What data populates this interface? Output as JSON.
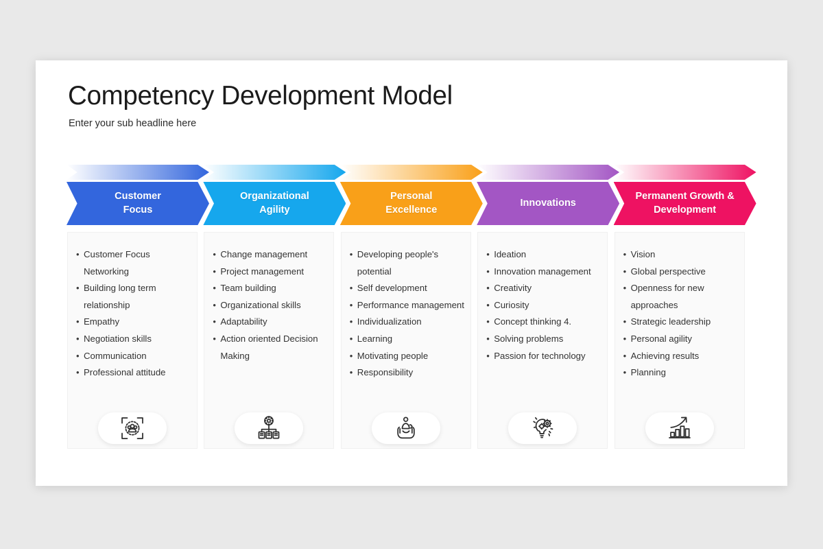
{
  "slide": {
    "title": "Competency Development Model",
    "subtitle": "Enter your sub headline here",
    "background_color": "#e9e9e9",
    "slide_color": "#ffffff"
  },
  "stages": [
    {
      "label_line1": "Customer",
      "label_line2": "Focus",
      "color": "#3366dd",
      "gradient_from": "#ffffff",
      "gradient_to": "#3366dd",
      "icon": "customer-focus-target-icon",
      "bullets": [
        "Customer  Focus Networking",
        "Building long term relationship",
        "Empathy",
        "Negotiation skills",
        "Communication",
        "Professional  attitude"
      ]
    },
    {
      "label_line1": "Organizational",
      "label_line2": "Agility",
      "color": "#16a7ed",
      "gradient_from": "#ffffff",
      "gradient_to": "#16a7ed",
      "icon": "org-chart-gear-icon",
      "bullets": [
        "Change management",
        "Project management",
        "Team building",
        "Organizational skills",
        "Adaptability",
        "Action oriented Decision Making"
      ]
    },
    {
      "label_line1": "Personal",
      "label_line2": "Excellence",
      "color": "#f9a019",
      "gradient_from": "#ffffff",
      "gradient_to": "#f9a019",
      "icon": "hands-holding-person-icon",
      "bullets": [
        "Developing people's potential",
        "Self development",
        "Performance management",
        "Individualization",
        "Learning",
        "Motivating people",
        "Responsibility"
      ]
    },
    {
      "label_line1": "Innovations",
      "label_line2": "",
      "color": "#a356c4",
      "gradient_from": "#ffffff",
      "gradient_to": "#a356c4",
      "icon": "lightbulb-gears-icon",
      "bullets": [
        "Ideation",
        "Innovation management",
        "Creativity",
        "Curiosity",
        "Concept  thinking 4.",
        "Solving problems",
        "Passion for technology"
      ]
    },
    {
      "label_line1": "Permanent Growth &",
      "label_line2": "Development",
      "color": "#ee1262",
      "gradient_from": "#ffffff",
      "gradient_to": "#ee1262",
      "icon": "growth-chart-arrow-icon",
      "bullets": [
        "Vision",
        "Global perspective",
        "Openness  for new approaches",
        "Strategic leadership",
        "Personal  agility",
        "Achieving results",
        "Planning"
      ]
    }
  ]
}
